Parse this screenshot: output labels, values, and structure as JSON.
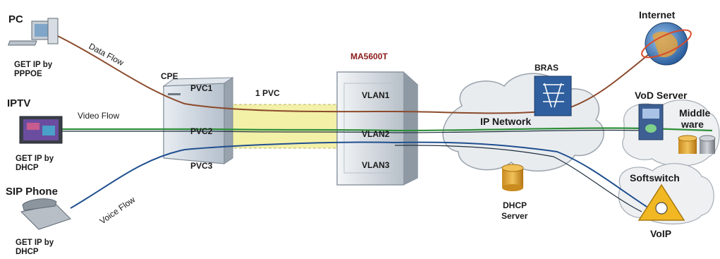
{
  "devices": {
    "pc": {
      "name": "PC",
      "ip_line1": "GET IP by",
      "ip_line2": "PPPOE"
    },
    "iptv": {
      "name": "IPTV",
      "ip_line1": "GET IP by",
      "ip_line2": "DHCP"
    },
    "sip": {
      "name": "SIP Phone",
      "ip_line1": "GET IP by",
      "ip_line2": "DHCP"
    }
  },
  "flows": {
    "data": "Data Flow",
    "video": "Video Flow",
    "voice": "Voice Flow"
  },
  "cpe": {
    "name": "CPE",
    "pvc1": "PVC1",
    "pvc2": "PVC2",
    "pvc3": "PVC3"
  },
  "tunnel_label": "1 PVC",
  "olt": {
    "name": "MA5600T",
    "vlan1": "VLAN1",
    "vlan2": "VLAN2",
    "vlan3": "VLAN3"
  },
  "network": {
    "cloud_label": "IP Network",
    "bras": "BRAS",
    "dhcp_line1": "DHCP",
    "dhcp_line2": "Server"
  },
  "services": {
    "internet": "Internet",
    "vod": "VoD Server",
    "middleware_line1": "Middle",
    "middleware_line2": "ware",
    "softswitch": "Softswitch",
    "voip": "VoIP"
  },
  "colors": {
    "data_line": "#8b4a2b",
    "video_line": "#2f8f3a",
    "voice_line": "#1f4f8f",
    "olt_title": "#8b1a1a",
    "tunnel": "#f3f0a8"
  }
}
